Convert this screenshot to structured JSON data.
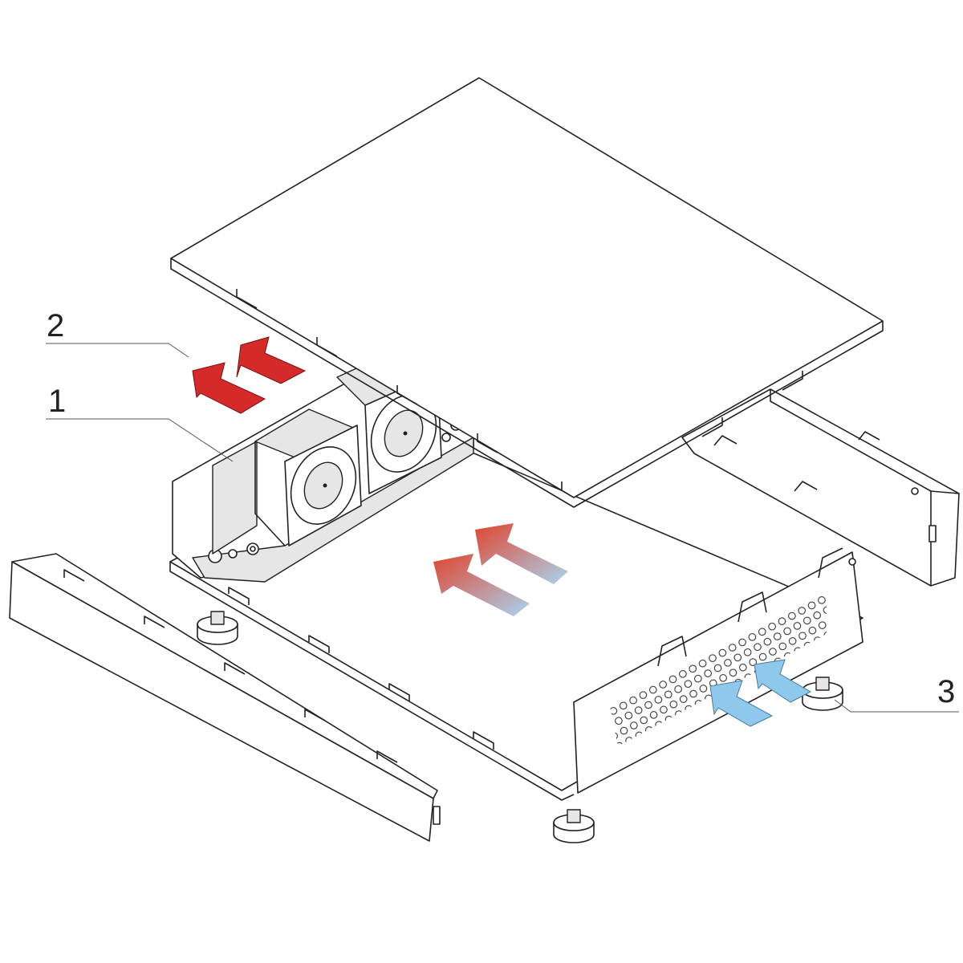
{
  "callouts": [
    {
      "number": "1",
      "part": "fan-unit"
    },
    {
      "number": "2",
      "part": "hot-air-exhaust"
    },
    {
      "number": "3",
      "part": "foot"
    }
  ],
  "colors": {
    "exhaust_arrow": "#d42a2a",
    "intake_arrow": "#8ec8ea",
    "line": "#222222"
  }
}
